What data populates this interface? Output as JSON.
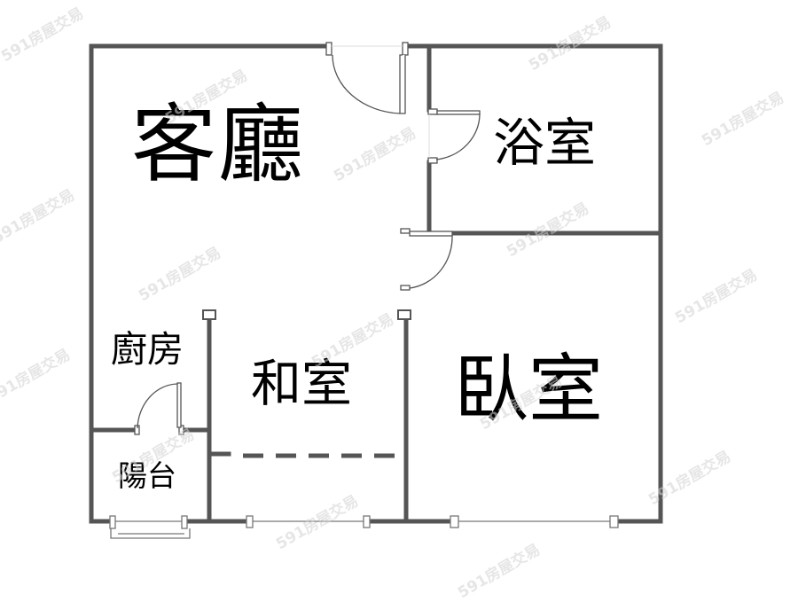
{
  "floorplan": {
    "rooms": [
      {
        "id": "living",
        "label": "客廳"
      },
      {
        "id": "bath",
        "label": "浴室"
      },
      {
        "id": "kitchen",
        "label": "廚房"
      },
      {
        "id": "tatami",
        "label": "和室"
      },
      {
        "id": "bedroom",
        "label": "臥室"
      },
      {
        "id": "balcony",
        "label": "陽台"
      }
    ],
    "watermark": "591房屋交易",
    "colors": {
      "wall": "#555555",
      "door_line": "#555555",
      "background": "#ffffff",
      "text": "#000000"
    }
  }
}
